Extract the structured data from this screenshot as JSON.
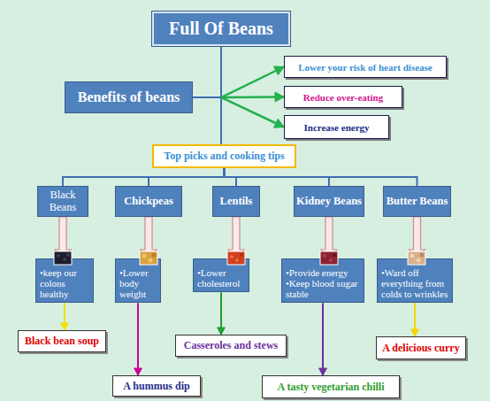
{
  "diagram": {
    "nodes": [
      {
        "text": [
          "Full Of Beans"
        ]
      },
      {
        "text": [
          "Benefits of beans"
        ]
      },
      {
        "text": [
          "Lower your risk of heart disease"
        ]
      },
      {
        "text": [
          "Reduce over-eating"
        ]
      },
      {
        "text": [
          "Increase energy"
        ]
      },
      {
        "text": [
          "Top picks and cooking tips"
        ]
      },
      {
        "text": [
          "Black Beans"
        ]
      },
      {
        "text": [
          "Chickpeas"
        ]
      },
      {
        "text": [
          "Lentils"
        ]
      },
      {
        "text": [
          "Kidney Beans"
        ]
      },
      {
        "text": [
          "Butter Beans"
        ]
      },
      {
        "text": [
          "•keep our colons healthy"
        ]
      },
      {
        "text": [
          "•Lower body weight"
        ]
      },
      {
        "text": [
          "•Lower cholesterol"
        ]
      },
      {
        "text": [
          "•Provide energy",
          "•Keep blood sugar stable"
        ]
      },
      {
        "text": [
          "•Ward off everything from colds to wrinkles"
        ]
      },
      {
        "text": [
          "Black bean soup"
        ]
      },
      {
        "text": [
          "A hummus dip"
        ]
      },
      {
        "text": [
          "Casseroles and stews"
        ]
      },
      {
        "text": [
          "A tasty vegetarian chilli"
        ]
      },
      {
        "text": [
          "A delicious curry"
        ]
      }
    ],
    "edges": [
      {
        "from": 0,
        "to": 1,
        "arrow": "none"
      },
      {
        "from": 0,
        "to": 5,
        "arrow": "none"
      },
      {
        "from": 1,
        "to": 2,
        "arrow": "to"
      },
      {
        "from": 1,
        "to": 3,
        "arrow": "to"
      },
      {
        "from": 1,
        "to": 4,
        "arrow": "to"
      },
      {
        "from": 5,
        "to": 6,
        "arrow": "none"
      },
      {
        "from": 5,
        "to": 7,
        "arrow": "none"
      },
      {
        "from": 5,
        "to": 8,
        "arrow": "none"
      },
      {
        "from": 5,
        "to": 9,
        "arrow": "none"
      },
      {
        "from": 5,
        "to": 10,
        "arrow": "none"
      },
      {
        "from": 6,
        "to": 11,
        "arrow": "to"
      },
      {
        "from": 7,
        "to": 12,
        "arrow": "to"
      },
      {
        "from": 8,
        "to": 13,
        "arrow": "to"
      },
      {
        "from": 9,
        "to": 14,
        "arrow": "to"
      },
      {
        "from": 10,
        "to": 15,
        "arrow": "to"
      },
      {
        "from": 11,
        "to": 16,
        "arrow": "to"
      },
      {
        "from": 12,
        "to": 17,
        "arrow": "to"
      },
      {
        "from": 13,
        "to": 18,
        "arrow": "to"
      },
      {
        "from": 14,
        "to": 19,
        "arrow": "to"
      },
      {
        "from": 15,
        "to": 20,
        "arrow": "to"
      }
    ]
  }
}
